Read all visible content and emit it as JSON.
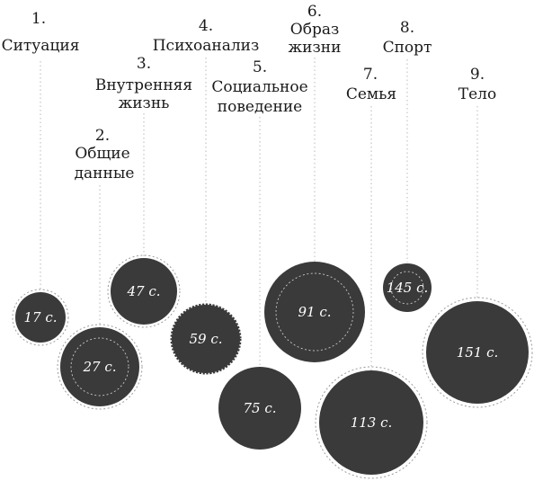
{
  "items": [
    {
      "num": "1.",
      "lines": [
        "Ситуация"
      ],
      "value": "17 с."
    },
    {
      "num": "2.",
      "lines": [
        "Общие",
        "данные"
      ],
      "value": "27 с."
    },
    {
      "num": "3.",
      "lines": [
        "Внутренняя",
        "жизнь"
      ],
      "value": "47 с."
    },
    {
      "num": "4.",
      "lines": [
        "Психоанализ"
      ],
      "value": "59 с."
    },
    {
      "num": "5.",
      "lines": [
        "Социальное",
        "поведение"
      ],
      "value": "75 с."
    },
    {
      "num": "6.",
      "lines": [
        "Образ",
        "жизни"
      ],
      "value": "91 с."
    },
    {
      "num": "7.",
      "lines": [
        "Семья"
      ],
      "value": "113 с."
    },
    {
      "num": "8.",
      "lines": [
        "Спорт"
      ],
      "value": "145 с."
    },
    {
      "num": "9.",
      "lines": [
        "Тело"
      ],
      "value": "151 с."
    }
  ],
  "colors": {
    "disc": "#3a3a3a",
    "text": "#1a1a1a",
    "guide": "#b8b8b8"
  }
}
